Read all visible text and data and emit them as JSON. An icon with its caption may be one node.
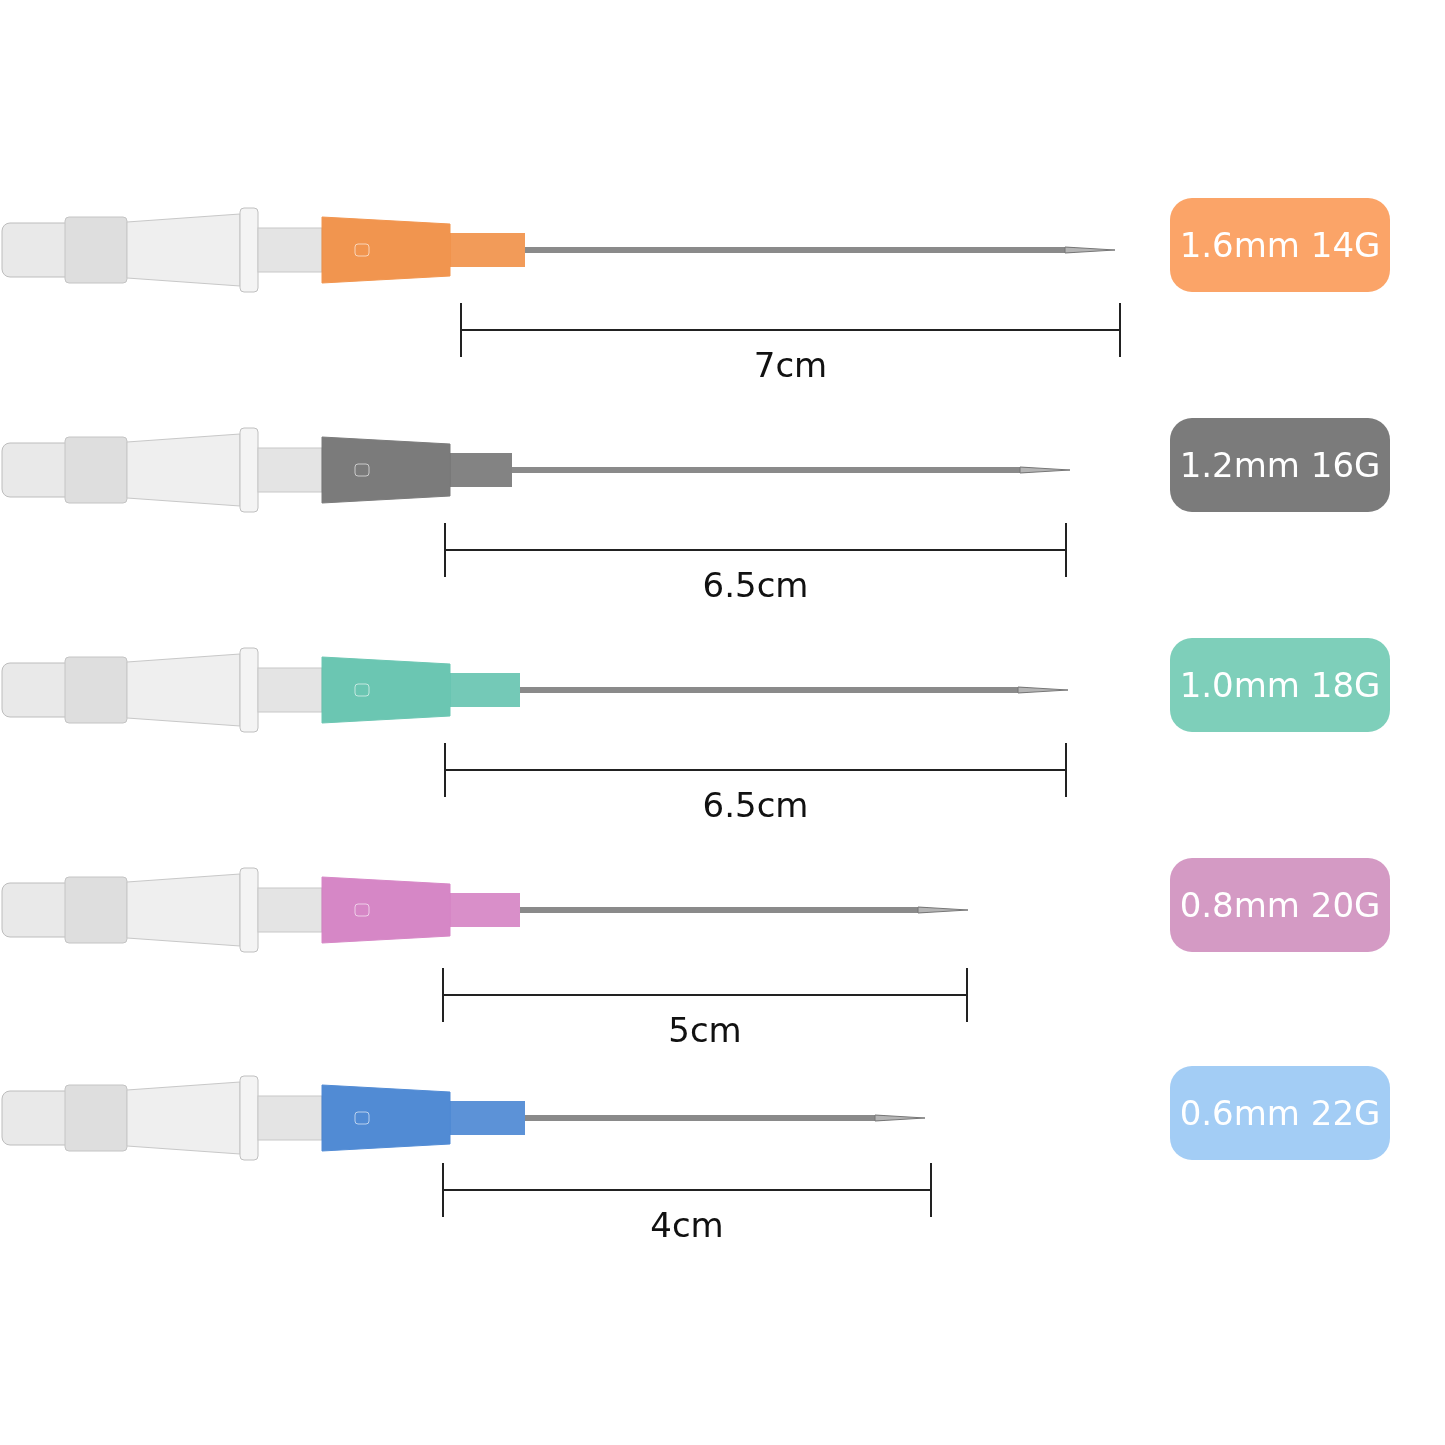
{
  "diagram": {
    "nodes": [
      {
        "text": [
          "1.6mm 14G"
        ]
      },
      {
        "text": [
          "1.2mm 16G"
        ]
      },
      {
        "text": [
          "1.0mm 18G"
        ]
      },
      {
        "text": [
          "0.8mm 20G"
        ]
      },
      {
        "text": [
          "0.6mm 22G"
        ]
      }
    ],
    "labels": [
      "7cm",
      "6.5cm",
      "6.5cm",
      "5cm",
      "4cm"
    ]
  }
}
